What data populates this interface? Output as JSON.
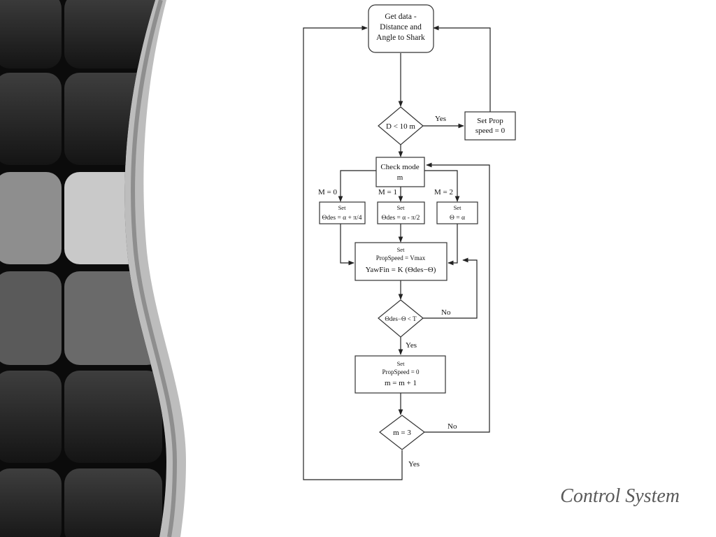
{
  "slide": {
    "title": "Control System"
  },
  "nodes": {
    "get_data": [
      "Get data -",
      "Distance and",
      "Angle to Shark"
    ],
    "check_distance": "D < 10 m",
    "set_prop_zero": [
      "Set Prop",
      "speed = 0"
    ],
    "check_mode": [
      "Check mode",
      "m"
    ],
    "mode0": {
      "set": "Set",
      "expr": "Θdes = α + π/4"
    },
    "mode1": {
      "set": "Set",
      "expr": "Θdes = α - π/2"
    },
    "mode2": {
      "set": "Set",
      "expr": "Θ = α"
    },
    "set_speed": {
      "set": "Set",
      "speed": "PropSpeed = Vmax",
      "yaw": "YawFin = K (Θdes−Θ)"
    },
    "check_error": "Θdes−Θ < T",
    "set_stop": {
      "set": "Set",
      "speed": "PropSpeed = 0",
      "incr": "m = m + 1"
    },
    "check_m": "m = 3"
  },
  "edges": {
    "yes_distance": "Yes",
    "mode0": "M = 0",
    "mode1": "M = 1",
    "mode2": "M = 2",
    "no_error": "No",
    "yes_error": "Yes",
    "no_m": "No",
    "yes_m": "Yes"
  }
}
